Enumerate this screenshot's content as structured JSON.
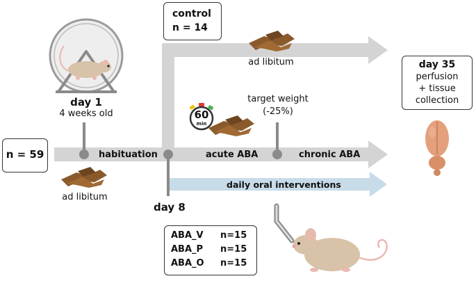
{
  "colors": {
    "arrow_gray": "#d4d4d4",
    "interventions_blue": "#c7dbe8",
    "marker_gray": "#8a8a8a",
    "chow_brown": "#8b5a2b",
    "mouse_tan": "#d8c2a8",
    "brain_orange": "#e4a07c"
  },
  "start_group": {
    "label": "n = 59"
  },
  "day1": {
    "title": "day 1",
    "subtitle": "4 weeks old"
  },
  "day8": {
    "label": "day 8"
  },
  "control": {
    "line1": "control",
    "line2": "n = 14"
  },
  "phases": {
    "habituation": "habituation",
    "acute": "acute ABA",
    "chronic": "chronic ABA",
    "interventions": "daily oral interventions"
  },
  "food": {
    "ad_libitum_bottom": "ad libitum",
    "ad_libitum_top": "ad libitum"
  },
  "timer": {
    "value": "60",
    "unit": "min"
  },
  "target_weight": {
    "line1": "target weight",
    "line2": "(-25%)"
  },
  "endpoint": {
    "line1": "day 35",
    "line2": "perfusion",
    "line3": "+ tissue",
    "line4": "collection"
  },
  "groups": {
    "rows": [
      {
        "name": "ABA_V",
        "n": "n=15"
      },
      {
        "name": "ABA_P",
        "n": "n=15"
      },
      {
        "name": "ABA_O",
        "n": "n=15"
      }
    ]
  },
  "icons": {
    "wheel": "running-wheel-mouse-icon",
    "chow": "food-pellets-icon",
    "timer": "timer-icon",
    "mouse": "mouse-drinking-icon",
    "brain": "brain-icon"
  }
}
